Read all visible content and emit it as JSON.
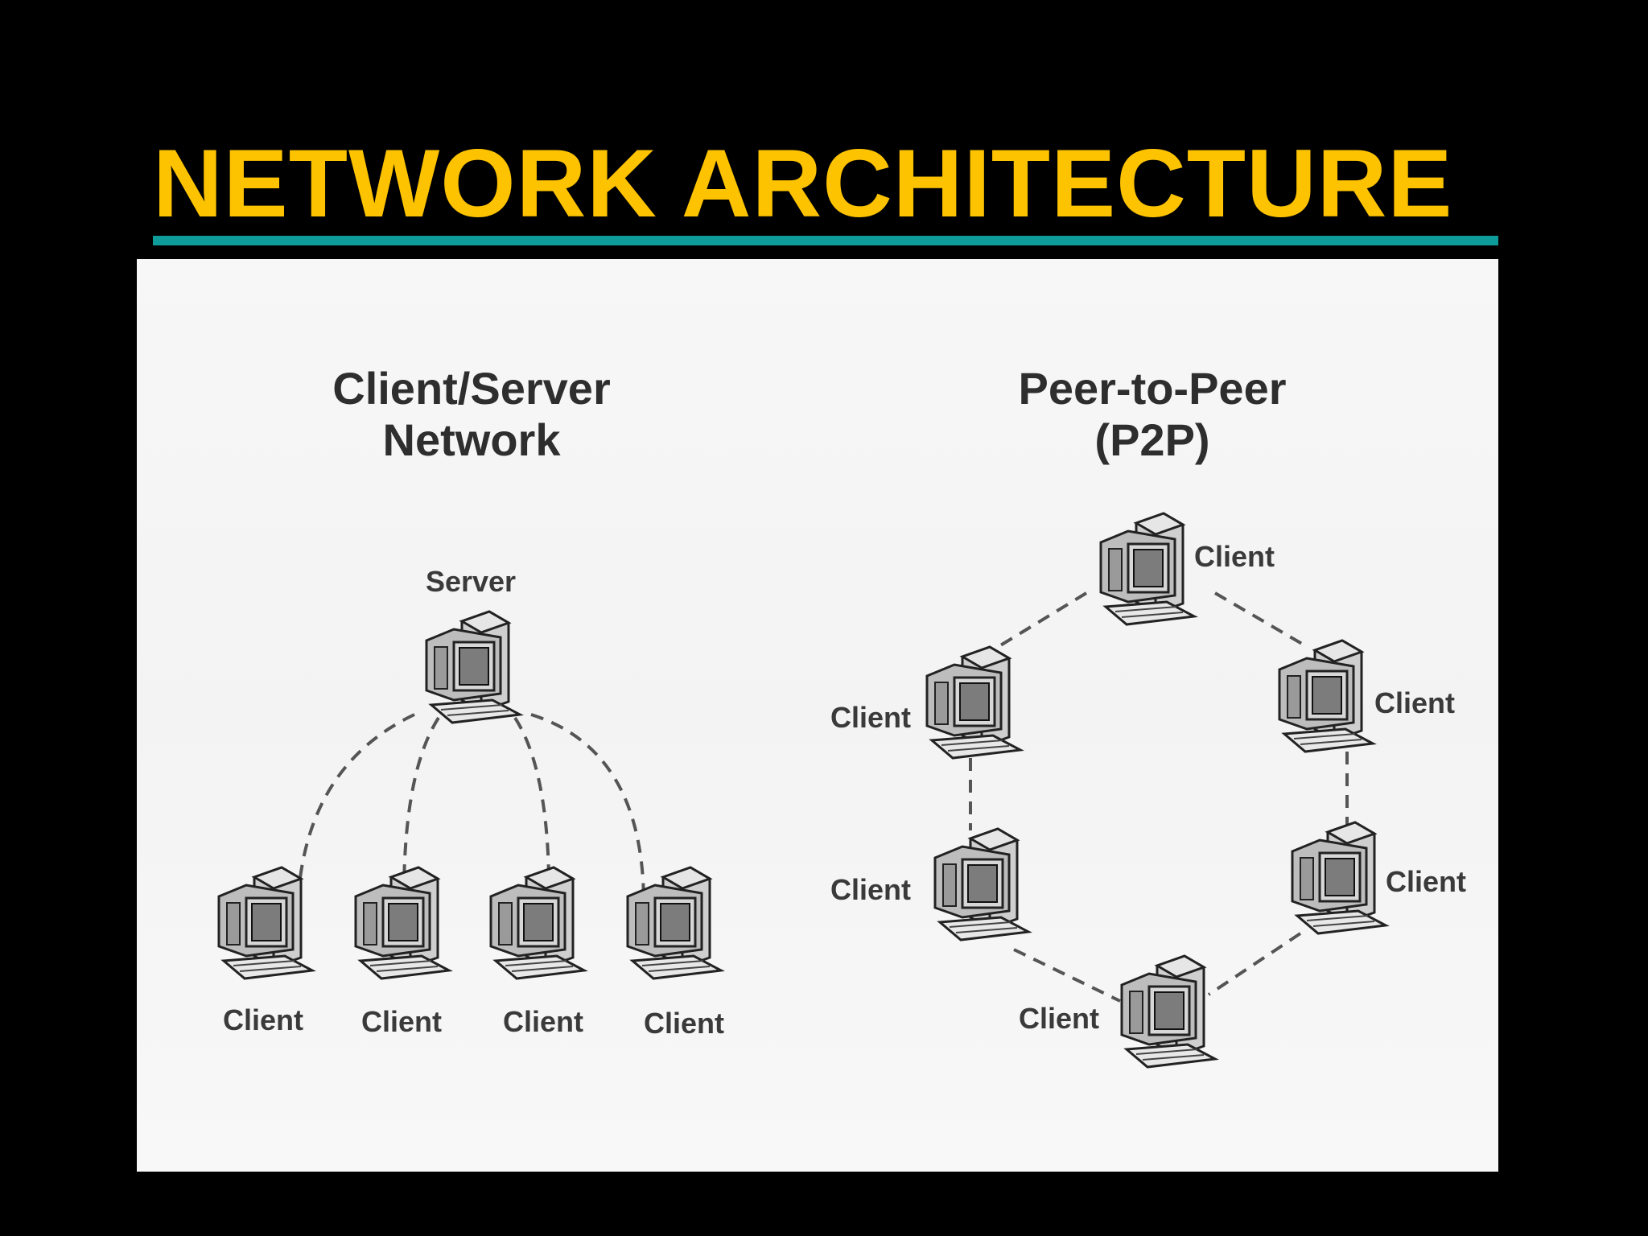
{
  "slide": {
    "title": "NETWORK ARCHITECTURE",
    "title_color": "#FDC300",
    "underline_color": "#0E9C9A",
    "background": "#000000"
  },
  "client_server": {
    "heading_line1": "Client/Server",
    "heading_line2": "Network",
    "server_label": "Server",
    "client_labels": [
      "Client",
      "Client",
      "Client",
      "Client"
    ]
  },
  "peer_to_peer": {
    "heading_line1": "Peer-to-Peer",
    "heading_line2": "(P2P)",
    "client_labels": [
      "Client",
      "Client",
      "Client",
      "Client",
      "Client",
      "Client"
    ]
  },
  "icons": {
    "computer": "computer-icon"
  }
}
